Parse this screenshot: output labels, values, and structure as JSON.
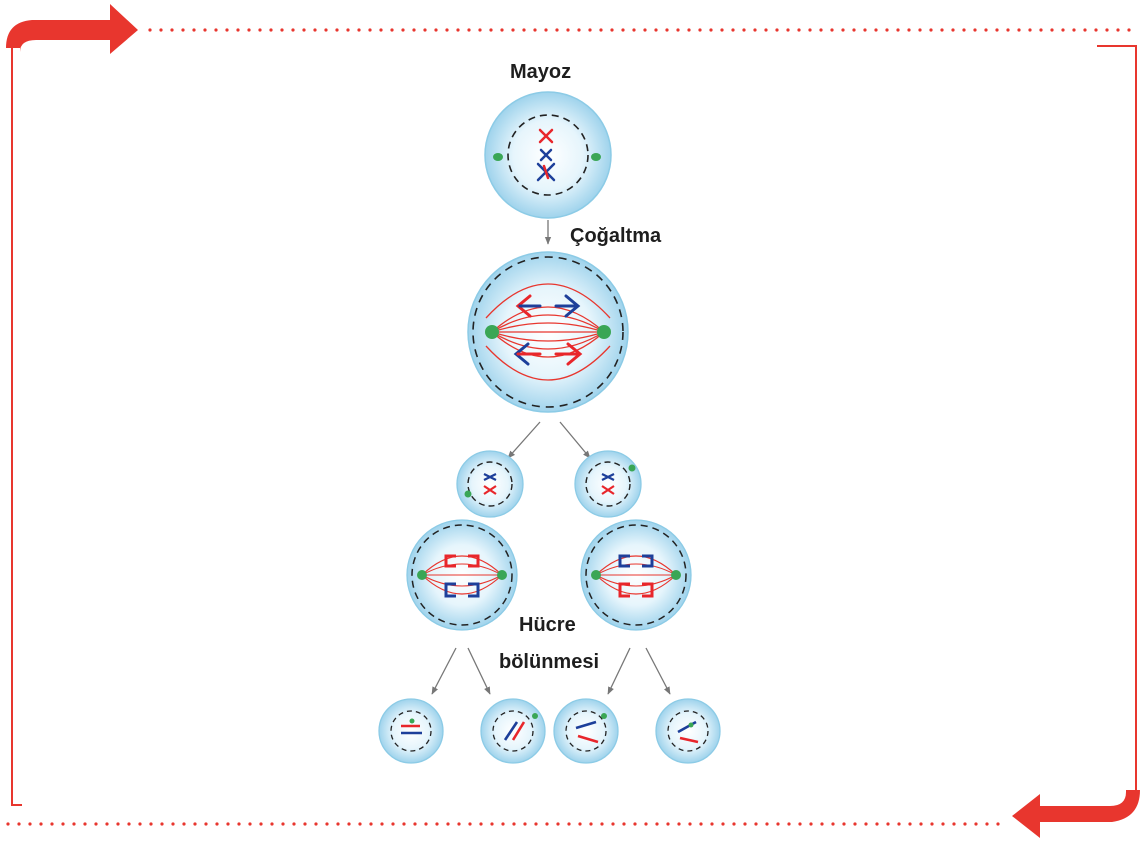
{
  "diagram": {
    "title": "Mayoz",
    "step_labels": {
      "replication": "Çoğaltma",
      "division_line1": "Hücre",
      "division_line2": "bölünmesi"
    }
  },
  "colors": {
    "frame": "#e8362e",
    "cell_fill": "#bfe3f4",
    "cell_edge": "#7ec2e2",
    "chromosome_red": "#e8262b",
    "chromosome_blue": "#1d3f9a",
    "centrosome": "#3aa655",
    "arrow": "#777777"
  },
  "icons": [
    "frame-arrow-right-icon",
    "frame-arrow-left-icon"
  ]
}
